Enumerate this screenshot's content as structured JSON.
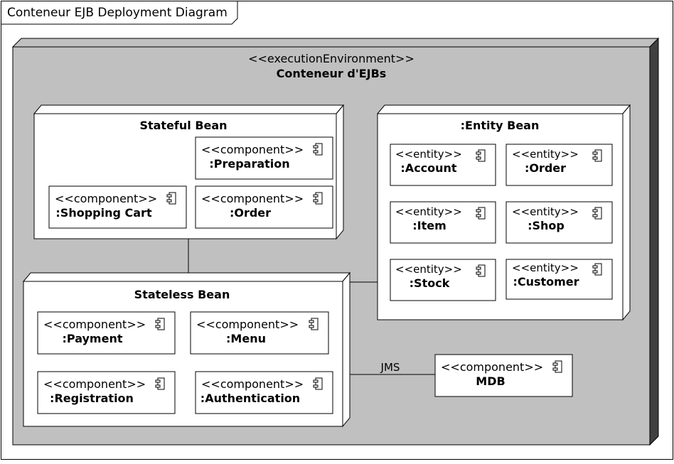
{
  "frame": {
    "title": "Conteneur EJB Deployment Diagram"
  },
  "environment": {
    "stereotype": "<<executionEnvironment>>",
    "name": "Conteneur d'EJBs"
  },
  "nodes": {
    "stateful": {
      "title": "Stateful Bean"
    },
    "entity": {
      "title": ":Entity Bean"
    },
    "stateless": {
      "title": "Stateless Bean"
    }
  },
  "components": {
    "preparation": {
      "stereotype": "<<component>>",
      "name": ":Preparation"
    },
    "shopping_cart": {
      "stereotype": "<<component>>",
      "name": ":Shopping Cart"
    },
    "order_sf": {
      "stereotype": "<<component>>",
      "name": ":Order"
    },
    "payment": {
      "stereotype": "<<component>>",
      "name": ":Payment"
    },
    "menu": {
      "stereotype": "<<component>>",
      "name": ":Menu"
    },
    "registration": {
      "stereotype": "<<component>>",
      "name": ":Registration"
    },
    "authentication": {
      "stereotype": "<<component>>",
      "name": ":Authentication"
    },
    "mdb": {
      "stereotype": "<<component>>",
      "name": "MDB"
    }
  },
  "entities": {
    "account": {
      "stereotype": "<<entity>>",
      "name": ":Account"
    },
    "order": {
      "stereotype": "<<entity>>",
      "name": ":Order"
    },
    "item": {
      "stereotype": "<<entity>>",
      "name": ":Item"
    },
    "shop": {
      "stereotype": "<<entity>>",
      "name": ":Shop"
    },
    "stock": {
      "stereotype": "<<entity>>",
      "name": ":Stock"
    },
    "customer": {
      "stereotype": "<<entity>>",
      "name": ":Customer"
    }
  },
  "connectors": {
    "jms_label": "JMS"
  }
}
